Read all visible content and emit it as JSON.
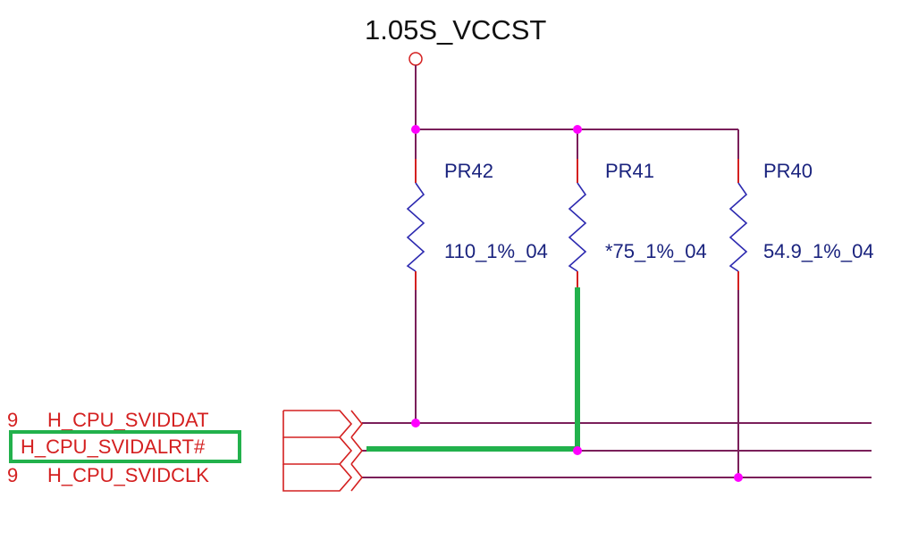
{
  "power_rail": {
    "label": "1.05S_VCCST"
  },
  "resistors": [
    {
      "ref": "PR42",
      "value": "110_1%_04"
    },
    {
      "ref": "PR41",
      "value": "*75_1%_04"
    },
    {
      "ref": "PR40",
      "value": "54.9_1%_04"
    }
  ],
  "signals": [
    {
      "page": "9",
      "name": "H_CPU_SVIDDAT"
    },
    {
      "page": "",
      "name": "H_CPU_SVIDALRT#"
    },
    {
      "page": "9",
      "name": "H_CPU_SVIDCLK"
    }
  ],
  "colors": {
    "wire": "#7a1f5a",
    "junction": "#ff00ff",
    "resistor_lead": "#d42020",
    "resistor_body": "#2d2ab0",
    "component_text": "#1a237e",
    "connector": "#d42020",
    "signal_text": "#d42020",
    "highlight": "#22b14c",
    "title_text": "#111111"
  }
}
